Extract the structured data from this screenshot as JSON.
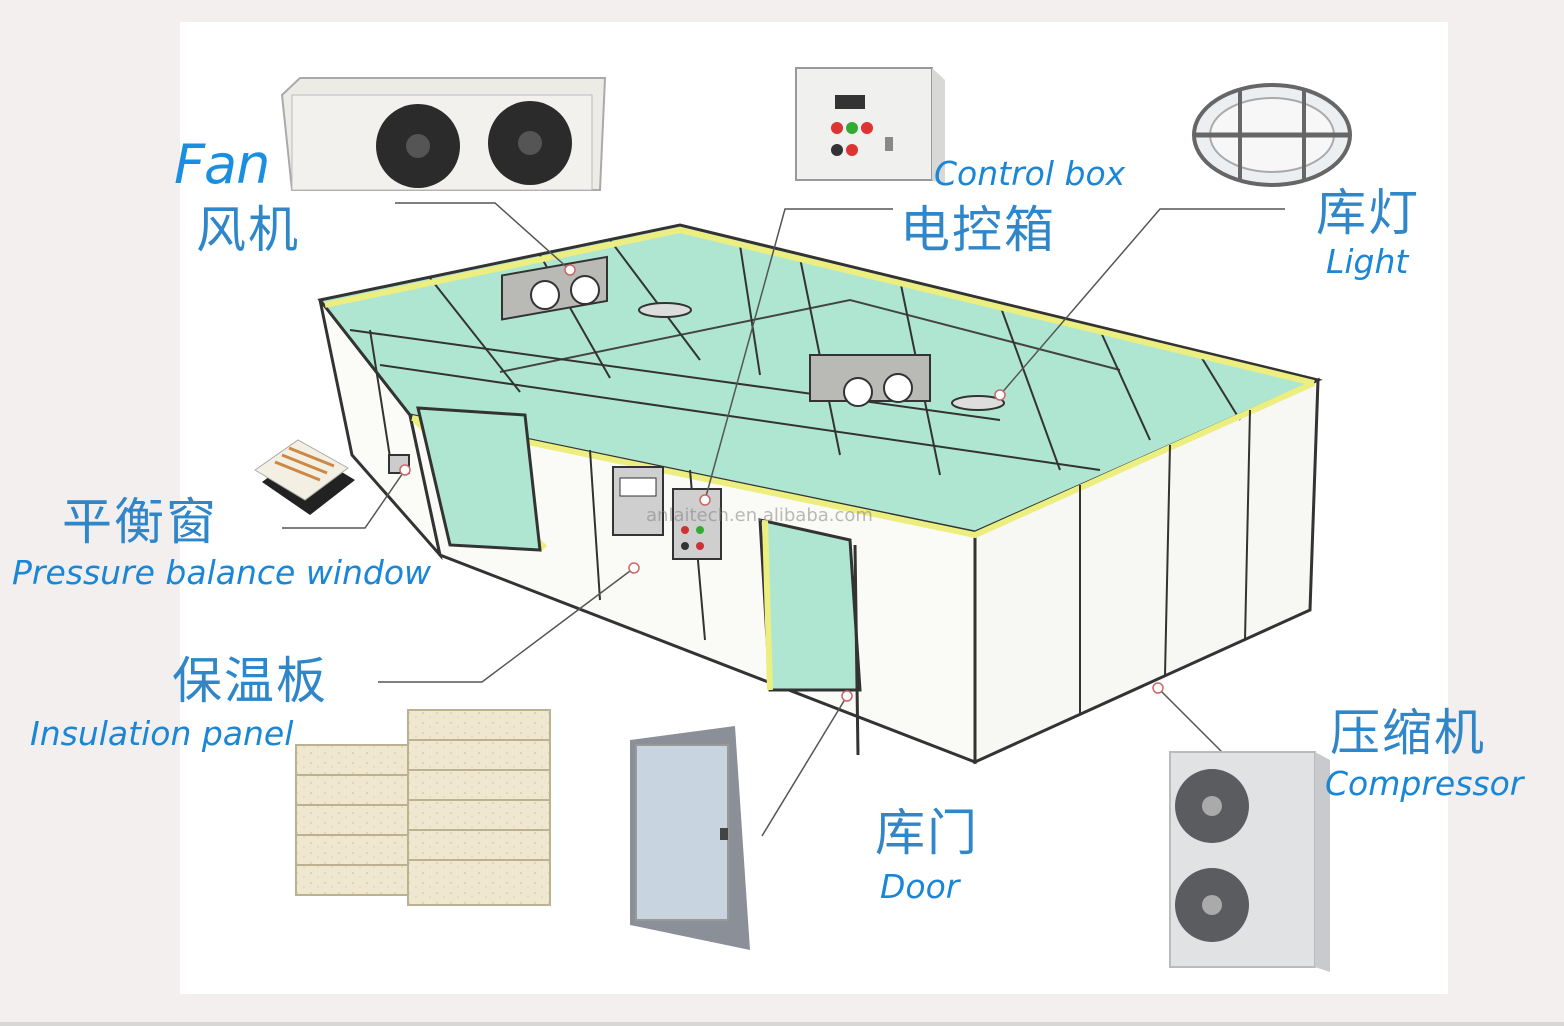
{
  "labels": {
    "fan_en": "Fan",
    "fan_zh": "风机",
    "control_box_en": "Control box",
    "control_box_zh": "电控箱",
    "light_zh": "库灯",
    "light_en": "Light",
    "pressure_zh": "平衡窗",
    "pressure_en": "Pressure balance window",
    "insulation_zh": "保温板",
    "insulation_en": "Insulation panel",
    "door_zh": "库门",
    "door_en": "Door",
    "compressor_zh": "压缩机",
    "compressor_en": "Compressor"
  },
  "watermark": "anlaitech.en.alibaba.com",
  "colors": {
    "label_blue": "#2f86c8",
    "panel_green": "#a9e4cf",
    "frame_yellow": "#eef08a",
    "outline": "#3a3a3a"
  }
}
